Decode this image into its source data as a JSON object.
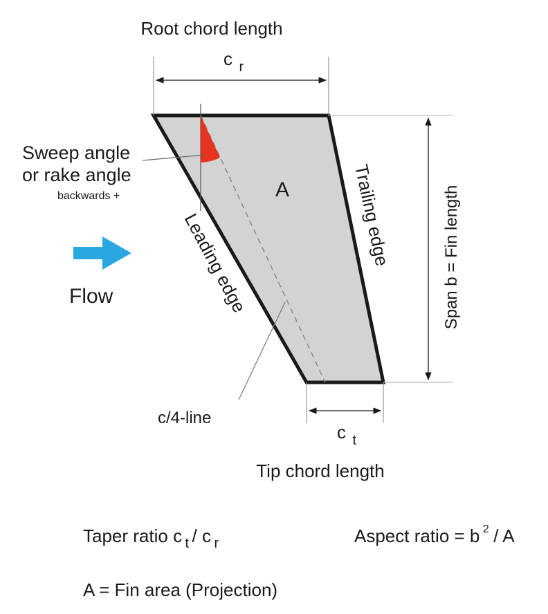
{
  "labels": {
    "root_chord_length": "Root chord length",
    "root_chord_symbol": "c",
    "root_chord_sub": "r",
    "sweep_line1": "Sweep angle",
    "sweep_line2": "or rake angle",
    "sweep_note": "backwards +",
    "area_symbol": "A",
    "trailing_edge": "Trailing edge",
    "leading_edge": "Leading edge",
    "span": "Span b = Fin length",
    "flow": "Flow",
    "quarter_chord_line": "c/4-line",
    "tip_chord_symbol": "c",
    "tip_chord_sub": "t",
    "tip_chord_length": "Tip chord length"
  },
  "formulas": {
    "taper_prefix": "Taper ratio c",
    "taper_sub1": "t",
    "taper_mid": " / c",
    "taper_sub2": "r",
    "aspect_prefix": "Aspect ratio = b",
    "aspect_sup": "2",
    "aspect_suffix": "/ A",
    "area_def": "A = Fin area (Projection)"
  },
  "colors": {
    "fin_fill": "#d3d3d3",
    "outline": "#1a1a1a",
    "sweep_angle": "#e53320",
    "flow_arrow": "#29a8e0"
  },
  "icons": {
    "flow": "arrow-right-icon"
  }
}
